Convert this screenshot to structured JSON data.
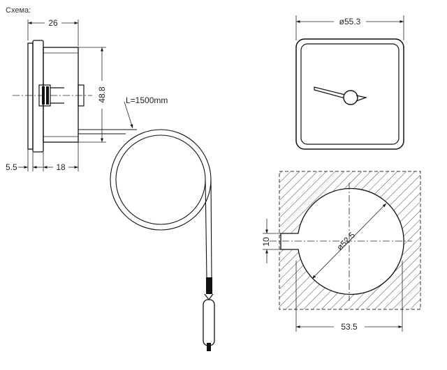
{
  "caption": "Схема:",
  "dimensions": {
    "side_width": "26",
    "height": "48.8",
    "capillary_length": "L=1500mm",
    "flange_thickness": "5.5",
    "body_depth": "18",
    "front_diameter": "ø55.3",
    "cutout_diameter": "ø52.5",
    "notch_height": "10",
    "cutout_width": "53.5"
  }
}
